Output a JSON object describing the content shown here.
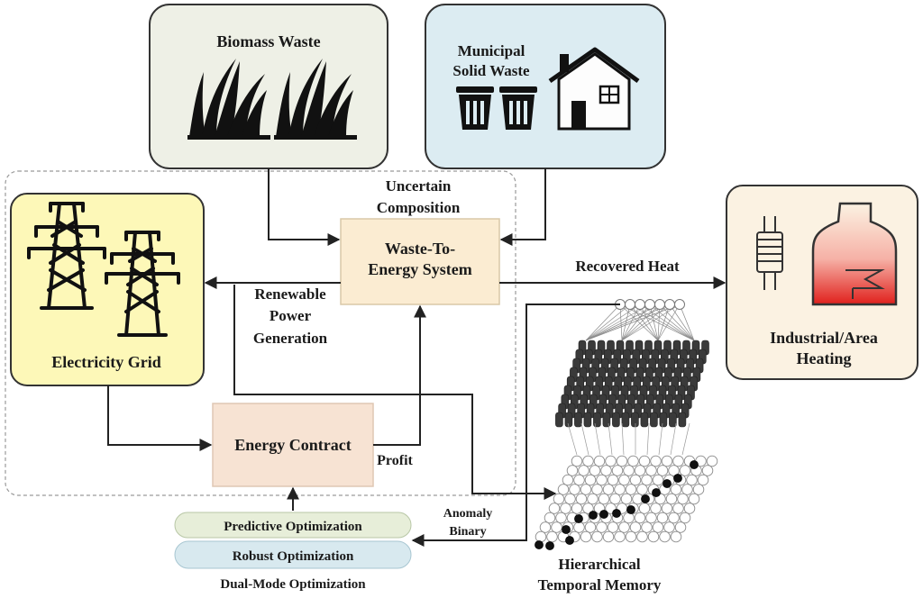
{
  "nodes": {
    "biomass": "Biomass Waste",
    "municipal_line1": "Municipal",
    "municipal_line2": "Solid Waste",
    "wte_line1": "Waste-To-",
    "wte_line2": "Energy System",
    "grid": "Electricity Grid",
    "heating_line1": "Industrial/Area",
    "heating_line2": "Heating",
    "contract": "Energy Contract",
    "predictive": "Predictive Optimization",
    "robust": "Robust Optimization",
    "dual_mode": "Dual-Mode Optimization",
    "htm_line1": "Hierarchical",
    "htm_line2": "Temporal Memory"
  },
  "edges": {
    "uncertain_line1": "Uncertain",
    "uncertain_line2": "Composition",
    "recovered_heat": "Recovered Heat",
    "renewable_line1": "Renewable",
    "renewable_line2": "Power",
    "renewable_line3": "Generation",
    "profit": "Profit",
    "anomaly_line1": "Anomaly",
    "anomaly_line2": "Binary"
  },
  "colors": {
    "biomass_fill": "#eef0e6",
    "municipal_fill": "#dcecf2",
    "wte_fill": "#fbecd2",
    "grid_fill": "#fdf8b8",
    "heating_fill": "#fbf2e2",
    "contract_fill": "#f7e3d3",
    "predictive_fill": "#e7eed9",
    "robust_fill": "#d8e9ef",
    "heat_red": "#e0201c"
  }
}
